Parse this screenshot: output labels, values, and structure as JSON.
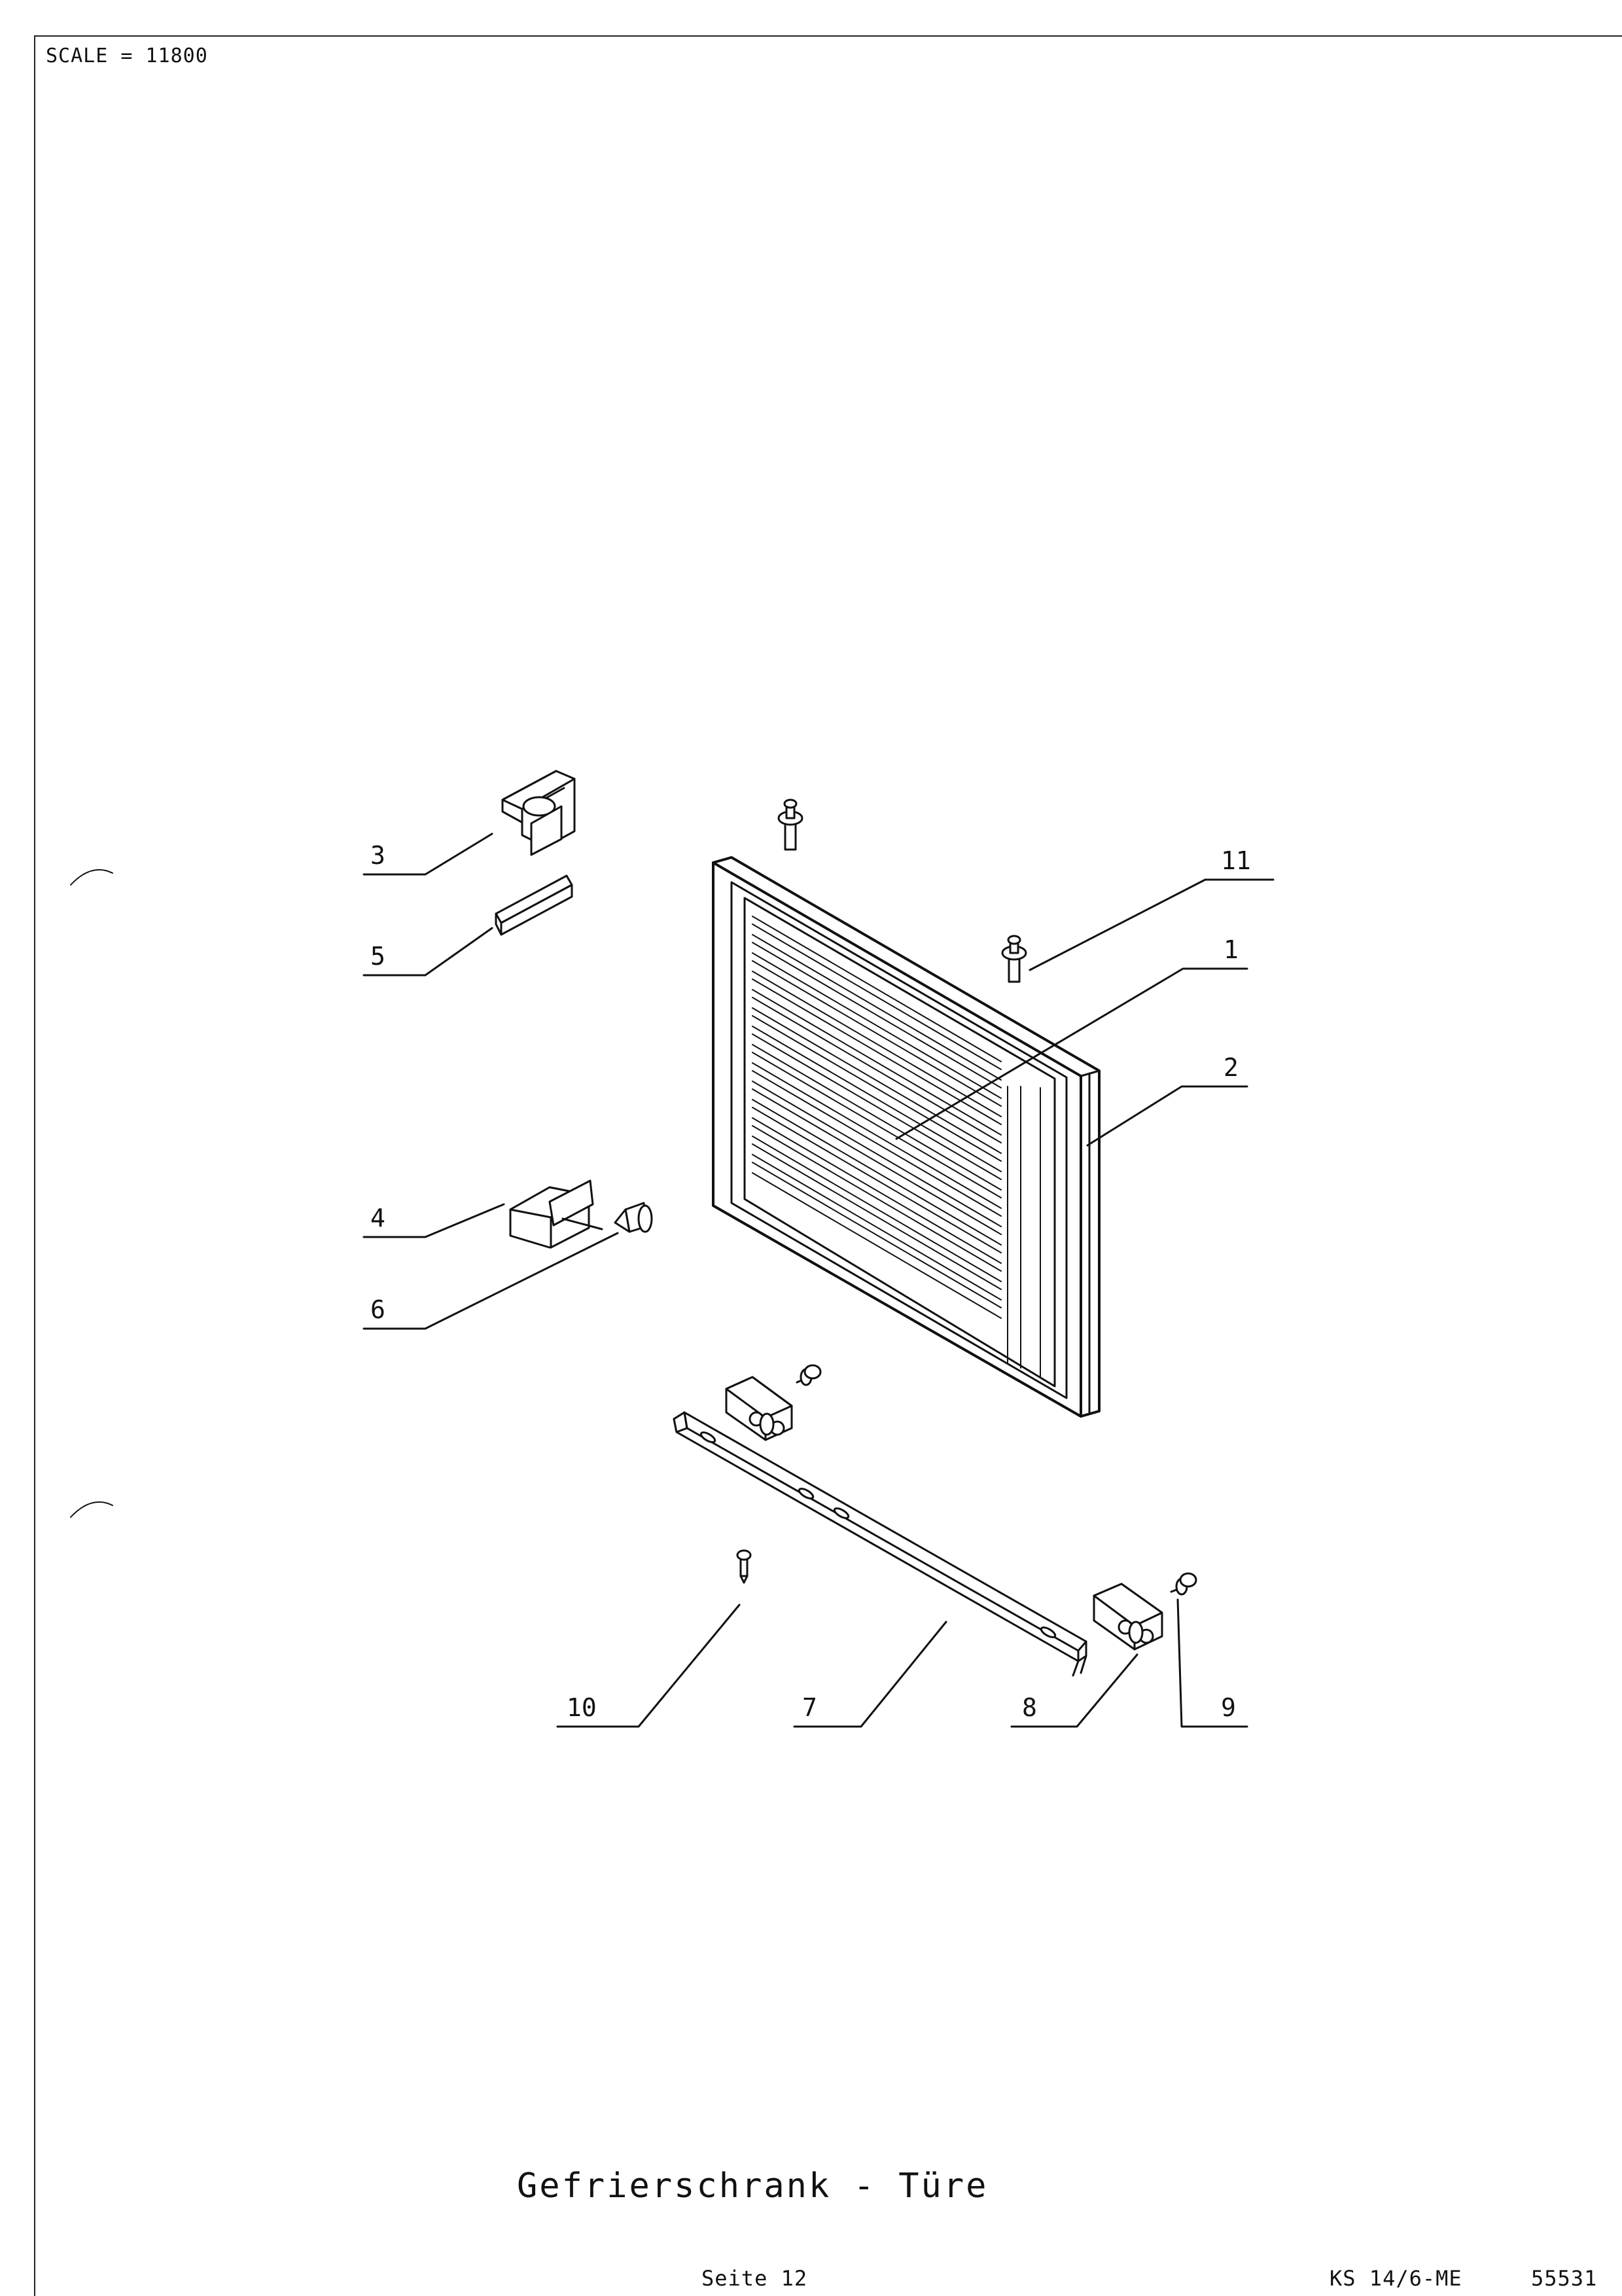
{
  "header": {
    "scale_label": "SCALE = 11800"
  },
  "footer": {
    "title": "Gefrierschrank - Türe",
    "page": "Seite 12",
    "model": "KS 14/6-ME",
    "code": "55531"
  },
  "callouts": {
    "c1": "1",
    "c2": "2",
    "c3": "3",
    "c4": "4",
    "c5": "5",
    "c6": "6",
    "c7": "7",
    "c8": "8",
    "c9": "9",
    "c10": "10",
    "c11": "11"
  },
  "colors": {
    "line": "#111111",
    "paper": "#ffffff"
  }
}
